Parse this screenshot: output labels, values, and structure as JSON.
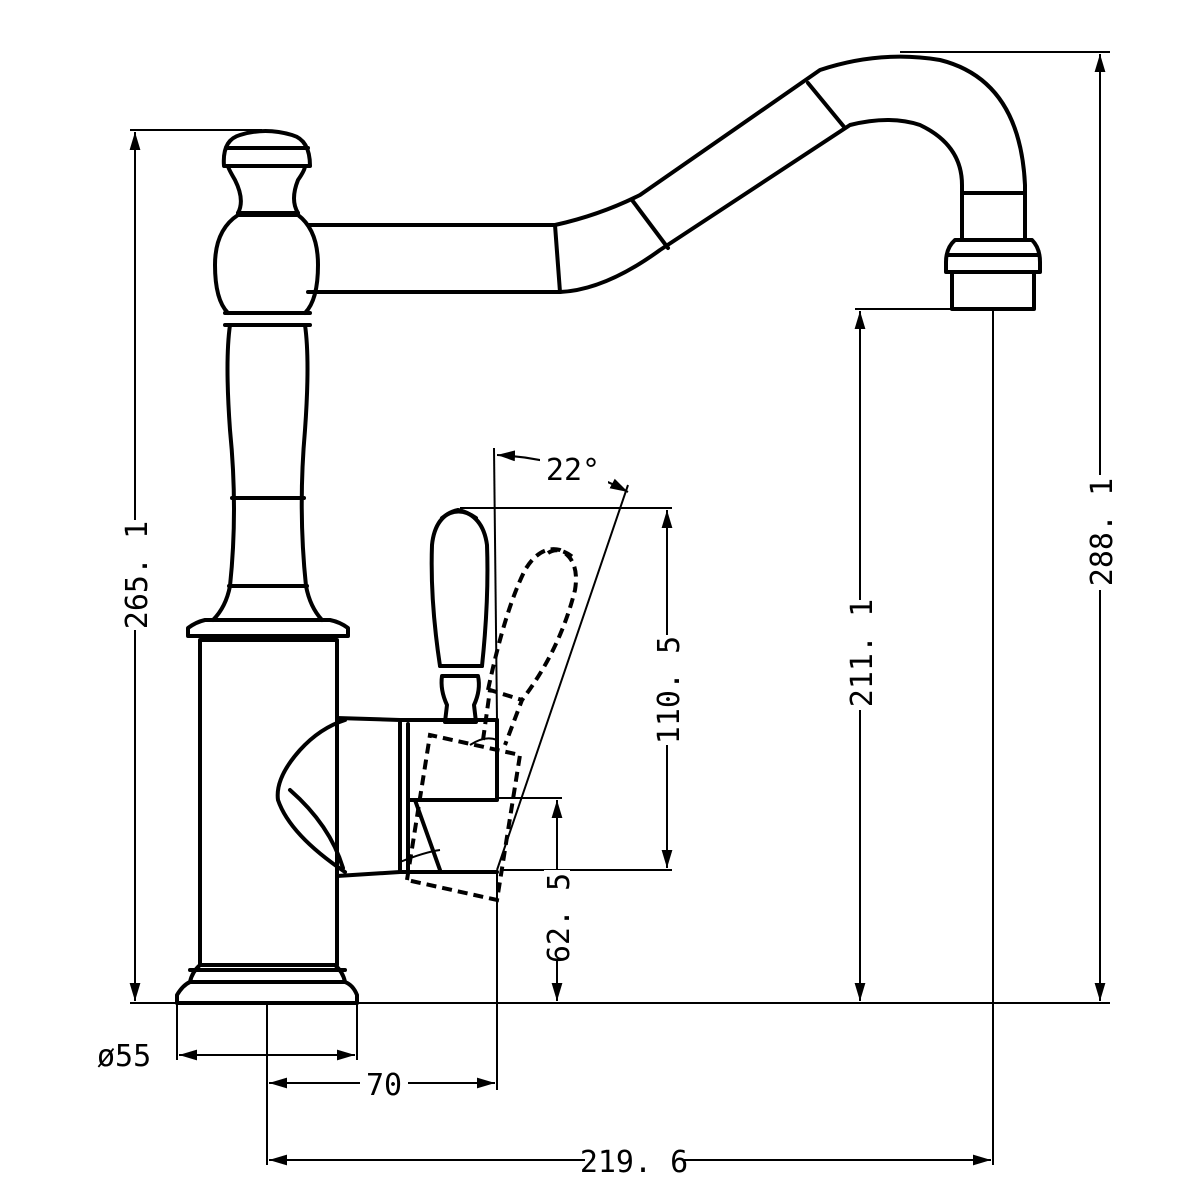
{
  "drawing": {
    "dimensions": {
      "total_height": "288. 1",
      "body_height": "265. 1",
      "spout_clearance": "211. 1",
      "lever_height": "110. 5",
      "lever_axis_height": "62. 5",
      "lever_angle": "22°",
      "base_diameter": "ø55",
      "lever_offset": "70",
      "spout_reach": "219. 6"
    }
  }
}
